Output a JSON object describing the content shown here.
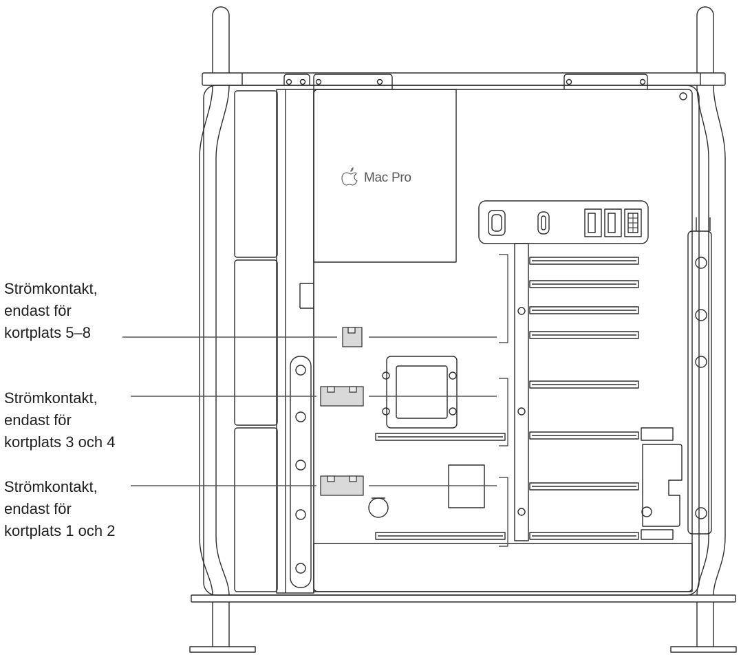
{
  "brand": {
    "logo_icon": "apple-logo-icon",
    "name": "Mac Pro"
  },
  "callouts": [
    {
      "lines": [
        "Strömkontakt,",
        "endast för",
        "kortplats 5–8"
      ]
    },
    {
      "lines": [
        "Strömkontakt,",
        "endast för",
        "kortplats 3 och 4"
      ]
    },
    {
      "lines": [
        "Strömkontakt,",
        "endast för",
        "kortplats 1 och 2"
      ]
    }
  ],
  "colors": {
    "outline": "#2b2b2b",
    "connector_fill": "#d9d9d9",
    "background": "#ffffff",
    "leader_line": "#555555"
  }
}
